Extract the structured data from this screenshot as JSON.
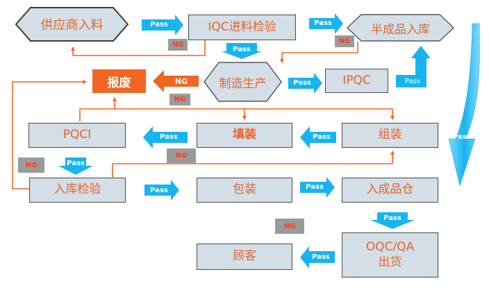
{
  "nodes": {
    "supplier": "供应商入料",
    "iqc": "IQC进料检验",
    "semi_finished": "半成品入库",
    "scrap": "报废",
    "manufacturing": "制造生产",
    "ipqc": "IPQC",
    "pqci": "PQCI",
    "filling": "填装",
    "assembly": "组装",
    "storage_inspection": "入库检验",
    "packaging": "包装",
    "finished_warehouse": "入成品仓",
    "customer": "顾客",
    "oqc_line1": "OQC/QA",
    "oqc_line2": "出货"
  },
  "labels": {
    "pass": "Pass",
    "ng": "NG"
  },
  "colors": {
    "box_fill": "#d3dee6",
    "text_orange": "#e8632b",
    "line_orange": "#f26522",
    "arrow_cyan": "#18b4f0",
    "ng_bg": "#9a9a9a"
  }
}
